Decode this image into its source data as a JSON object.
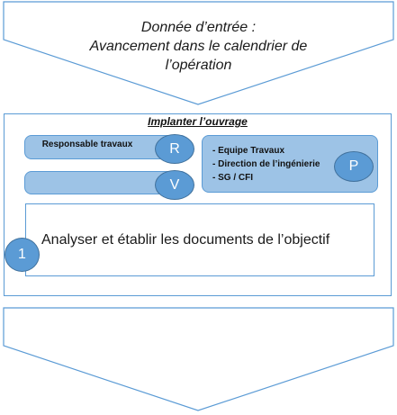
{
  "input": {
    "lines": [
      "Donnée d’entrée :",
      "Avancement dans le calendrier de",
      "l’opération"
    ]
  },
  "process": {
    "title": "Implanter l’ouvrage",
    "responsible": {
      "label": "Responsable travaux",
      "role": "R"
    },
    "validator": {
      "role": "V"
    },
    "participants": {
      "role": "P",
      "items": [
        "- Equipe Travaux",
        "- Direction de l’ingénierie",
        "- SG / CFI"
      ]
    },
    "step": {
      "number": "1",
      "label": "Analyser et établir les documents de l’objectif"
    }
  },
  "colors": {
    "accent": "#5b9bd5",
    "light_fill": "#9dc3e6",
    "border_dark": "#41719c"
  }
}
